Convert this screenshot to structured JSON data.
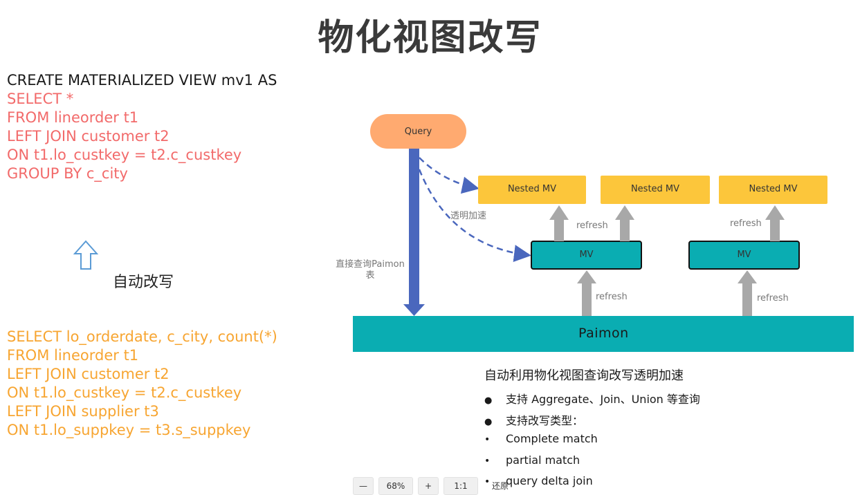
{
  "title": "物化视图改写",
  "mv_sql": [
    "CREATE MATERIALIZED VIEW mv1 AS",
    "SELECT *",
    "FROM lineorder t1",
    "LEFT JOIN customer t2",
    "ON t1.lo_custkey = t2.c_custkey",
    "GROUP BY c_city"
  ],
  "auto_rewrite_label": "自动改写",
  "query_sql": [
    "SELECT lo_orderdate, c_city, count(*)",
    "FROM lineorder t1",
    "LEFT JOIN customer t2",
    "ON t1.lo_custkey = t2.c_custkey",
    "LEFT JOIN supplier t3",
    "ON t1.lo_suppkey = t3.s_suppkey"
  ],
  "diagram": {
    "query": "Query",
    "nested_mv": [
      "Nested MV",
      "Nested MV",
      "Nested MV"
    ],
    "mv": [
      "MV",
      "MV"
    ],
    "paimon": "Paimon",
    "refresh": "refresh",
    "transparent_accel": "透明加速",
    "direct_query": "直接查询Paimon 表",
    "colors": {
      "query": "#ffaa70",
      "nested_mv": "#fcc63b",
      "mv": "#0aadb2",
      "paimon": "#0aadb2",
      "direct_arrow": "#4a67bd",
      "refresh_arrow": "#a8a8a8"
    }
  },
  "summary": {
    "title": "自动利用物化视图查询改写透明加速",
    "items": [
      "支持 Aggregate、Join、Union 等查询",
      "支持改写类型：",
      "Complete match",
      "partial match",
      "query delta join"
    ]
  },
  "toolbar": {
    "zoom_out": "—",
    "zoom_level": "68%",
    "zoom_in": "+",
    "actual_size": "1:1",
    "restore": "还原"
  }
}
